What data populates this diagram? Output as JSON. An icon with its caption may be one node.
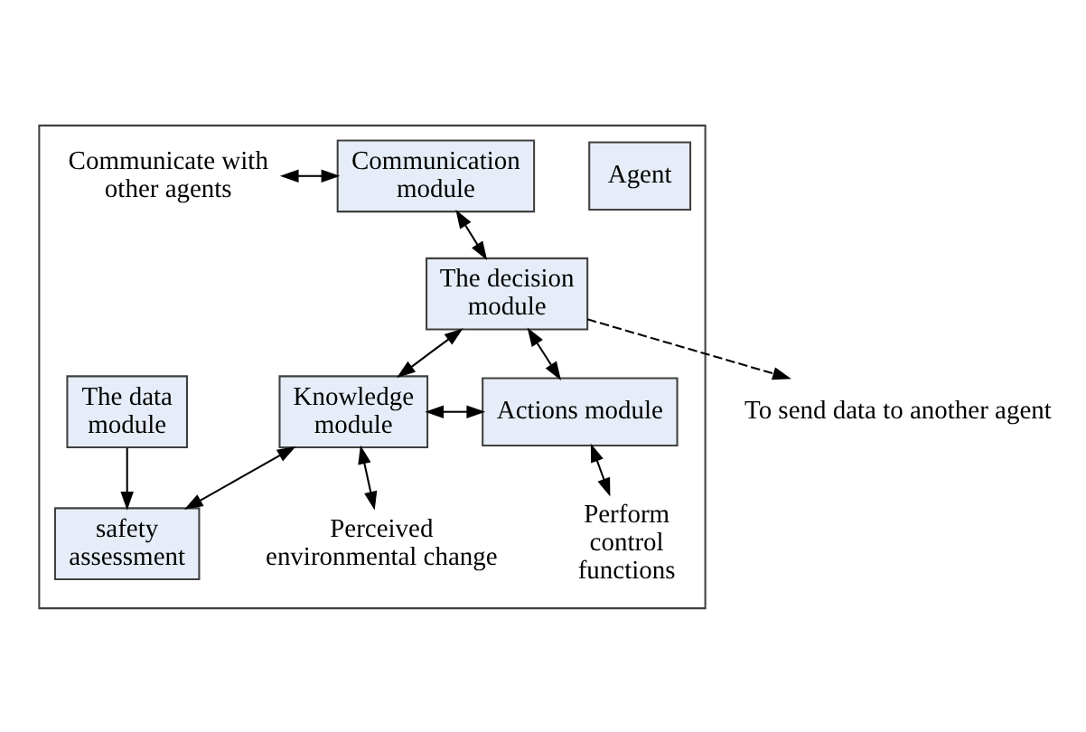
{
  "diagram": {
    "nodes": [
      {
        "text": [],
        "shape": "box"
      },
      {
        "text": [
          "Agent"
        ],
        "in": 0
      },
      {
        "text": [
          "Communication module"
        ],
        "in": 0
      },
      {
        "text": [
          "Communicate with other agents"
        ],
        "in": 0
      },
      {
        "text": [
          "safety assessment"
        ],
        "in": 0
      },
      {
        "text": [
          "The decision module"
        ],
        "in": 0
      },
      {
        "text": [
          "Knowledge module"
        ],
        "in": 0
      },
      {
        "text": [
          "Actions module"
        ],
        "in": 0
      },
      {
        "text": [
          "The data module"
        ],
        "in": 0
      },
      {
        "text": [
          "Perceived environmental change"
        ],
        "in": 0
      },
      {
        "text": [
          "Perform control functions"
        ],
        "in": 0
      },
      {
        "text": [
          "To send data to another agent"
        ]
      }
    ],
    "edges": [
      {
        "from": 3,
        "to": 2,
        "arrow": "both"
      },
      {
        "from": 2,
        "to": 5,
        "arrow": "both"
      },
      {
        "from": 5,
        "to": 6,
        "arrow": "both"
      },
      {
        "from": 5,
        "to": 7,
        "arrow": "both"
      },
      {
        "from": 6,
        "to": 7,
        "arrow": "both"
      },
      {
        "from": 6,
        "to": 9,
        "arrow": "both"
      },
      {
        "from": 7,
        "to": 10,
        "arrow": "both"
      },
      {
        "from": 6,
        "to": 4,
        "arrow": "both"
      },
      {
        "from": 8,
        "to": 4,
        "arrow": "to"
      },
      {
        "from": 5,
        "to": 11,
        "arrow": "to",
        "style": "dashed"
      }
    ]
  }
}
